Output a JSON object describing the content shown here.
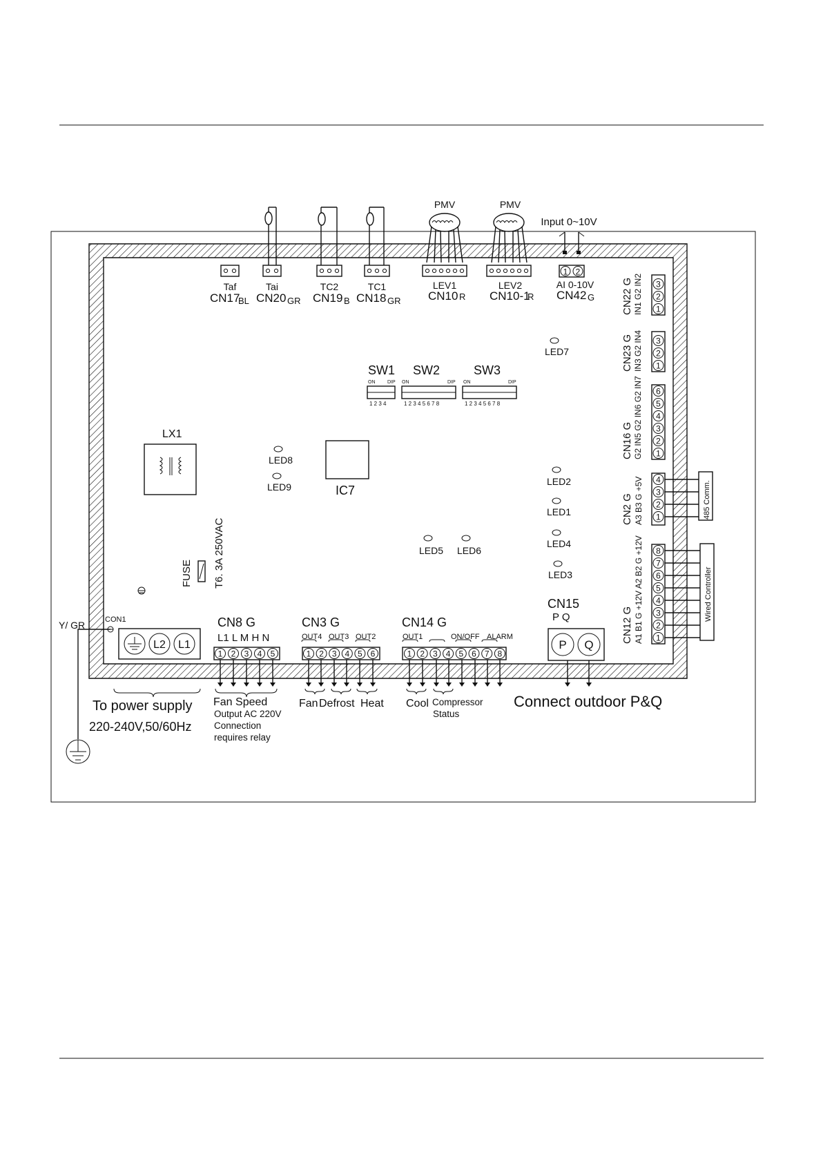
{
  "diagram": {
    "sensors": {
      "taf": {
        "label": "Taf",
        "connector": "CN17",
        "color": "BL"
      },
      "tai": {
        "label": "Tai",
        "connector": "CN20",
        "color": "GR"
      },
      "tc2": {
        "label": "TC2",
        "connector": "CN19",
        "color": "B"
      },
      "tc1": {
        "label": "TC1",
        "connector": "CN18",
        "color": "GR"
      },
      "lev1": {
        "label": "LEV1",
        "connector": "CN10",
        "color": "R",
        "pmv": "PMV"
      },
      "lev2": {
        "label": "LEV2",
        "connector": "CN10-1",
        "color": "R",
        "pmv": "PMV"
      },
      "ai": {
        "label": "AI 0-10V",
        "connector": "CN42",
        "color": "G",
        "input": "Input 0~10V",
        "pins": [
          "1",
          "2"
        ]
      }
    },
    "right_connectors": {
      "cn22": {
        "title": "CN22  G",
        "signals": "IN1 G2 IN2",
        "pins": [
          "1",
          "2",
          "3"
        ]
      },
      "cn23": {
        "title": "CN23  G",
        "signals": "IN3 G2 IN4",
        "pins": [
          "1",
          "2",
          "3"
        ]
      },
      "cn16": {
        "title": "CN16  G",
        "signals": "G2 IN5 G2 IN6 G2 IN7",
        "pins": [
          "1",
          "2",
          "3",
          "4",
          "5",
          "6"
        ]
      },
      "cn2": {
        "title": "CN2  G",
        "signals": "A3  B3  G  +5V",
        "pins": [
          "1",
          "2",
          "3",
          "4"
        ],
        "device": "485 Comm."
      },
      "cn12": {
        "title": "CN12  G",
        "signals": "A1 B1 G +12V A2 B2 G +12V",
        "pins": [
          "1",
          "2",
          "3",
          "4",
          "5",
          "6",
          "7",
          "8"
        ],
        "device": "Wired Controller"
      }
    },
    "switches": [
      {
        "name": "SW1",
        "on": "ON",
        "dip": "DIP",
        "numbers": "1 2 3 4"
      },
      {
        "name": "SW2",
        "on": "ON",
        "dip": "DIP",
        "numbers": "1 2 3 4 5 6 7 8"
      },
      {
        "name": "SW3",
        "on": "ON",
        "dip": "DIP",
        "numbers": "1 2 3 4 5 6 7 8"
      }
    ],
    "leds": [
      "LED7",
      "LED8",
      "LED9",
      "LED2",
      "LED1",
      "LED4",
      "LED3",
      "LED5",
      "LED6"
    ],
    "components": {
      "transformer": "LX1",
      "ic": "IC7",
      "fuse": "FUSE",
      "fuse_rating": "T6. 3A  250VAC"
    },
    "bottom_connectors": {
      "con1": {
        "label": "CON1",
        "ground": "Y/ GR",
        "terminals": [
          "L2",
          "L1"
        ]
      },
      "cn8": {
        "title": "CN8  G",
        "signals": "L1  L  M  H  N",
        "pins": [
          "1",
          "2",
          "3",
          "4",
          "5"
        ]
      },
      "cn3": {
        "title": "CN3  G",
        "outs": [
          "OUT4",
          "OUT3",
          "OUT2"
        ],
        "pins": [
          "1",
          "2",
          "3",
          "4",
          "5",
          "6"
        ]
      },
      "cn14": {
        "title": "CN14  G",
        "outs": [
          "OUT1",
          "ON/OFF",
          "ALARM"
        ],
        "pins": [
          "1",
          "2",
          "3",
          "4",
          "5",
          "6",
          "7",
          "8"
        ]
      },
      "cn15": {
        "title": "CN15",
        "signals": "P  Q",
        "terminals": [
          "P",
          "Q"
        ]
      }
    },
    "notes": {
      "power_supply": "To power supply",
      "power_rating": "220-240V,50/60Hz",
      "fan_speed": "Fan Speed",
      "fan_speed_detail": [
        "Output AC 220V",
        "Connection",
        "requires relay"
      ],
      "fan": "Fan",
      "defrost": "Defrost",
      "heat": "Heat",
      "cool": "Cool",
      "compressor": "Compressor",
      "status": "Status",
      "outdoor": "Connect outdoor P&Q"
    }
  }
}
